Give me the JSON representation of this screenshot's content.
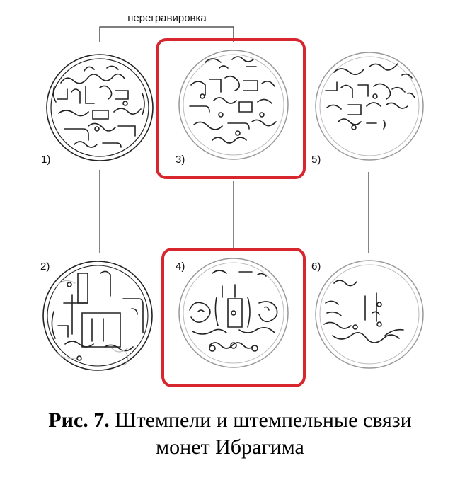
{
  "diagram": {
    "regrave_label": "перегравировка",
    "coins": [
      {
        "label": "1)"
      },
      {
        "label": "2)"
      },
      {
        "label": "3)"
      },
      {
        "label": "4)"
      },
      {
        "label": "5)"
      },
      {
        "label": "6)"
      }
    ],
    "highlight_color": "#d7262e",
    "line_color": "#333333"
  },
  "caption": {
    "bold": "Рис. 7.",
    "line1": "Штемпели и штемпельные связи",
    "line2": "монет Ибрагима"
  }
}
